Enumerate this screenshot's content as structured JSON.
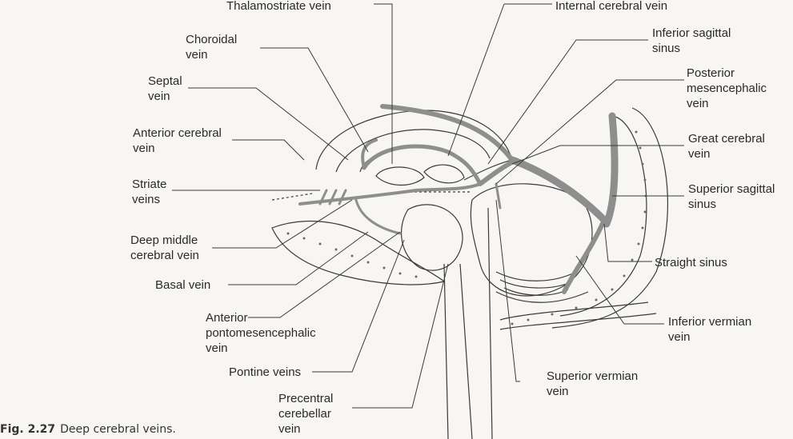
{
  "labels": {
    "thalamostriate": "Thalamostriate vein",
    "internal_cerebral": "Internal cerebral vein",
    "choroidal": [
      "Choroidal",
      "vein"
    ],
    "inferior_sagittal": [
      "Inferior sagittal",
      "sinus"
    ],
    "septal": [
      "Septal",
      "vein"
    ],
    "posterior_mesencephalic": [
      "Posterior",
      "mesencephalic",
      "vein"
    ],
    "anterior_cerebral": [
      "Anterior cerebral",
      "vein"
    ],
    "great_cerebral": [
      "Great cerebral",
      "vein"
    ],
    "striate": [
      "Striate",
      "veins"
    ],
    "superior_sagittal": [
      "Superior sagittal",
      "sinus"
    ],
    "deep_middle": [
      "Deep middle",
      "cerebral vein"
    ],
    "straight_sinus": "Straight sinus",
    "basal": "Basal vein",
    "anterior_ponto": [
      "Anterior",
      "pontomesencephalic",
      "vein"
    ],
    "inferior_vermian": [
      "Inferior vermian",
      "vein"
    ],
    "pontine": "Pontine veins",
    "superior_vermian": [
      "Superior vermian",
      "vein"
    ],
    "precentral": [
      "Precentral",
      "cerebellar",
      "vein"
    ]
  },
  "caption": {
    "number": "Fig. 2.27",
    "text": "Deep cerebral veins."
  }
}
